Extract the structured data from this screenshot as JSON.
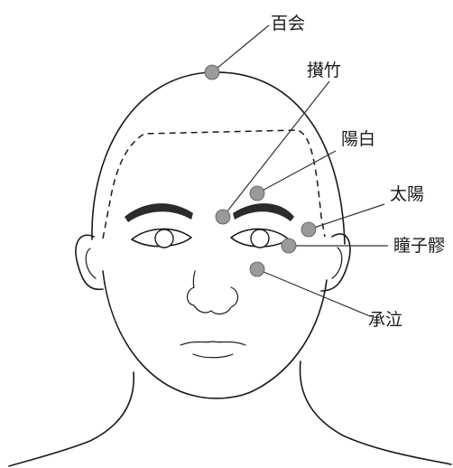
{
  "diagram": {
    "point_color": "#9a9a9a",
    "line_color": "#1a1a1a",
    "points": [
      {
        "id": "hyakue",
        "label": "百会"
      },
      {
        "id": "sanchiku",
        "label": "攅竹"
      },
      {
        "id": "youhaku",
        "label": "陽白"
      },
      {
        "id": "taiyou",
        "label": "太陽"
      },
      {
        "id": "doushiryou",
        "label": "瞳子髎"
      },
      {
        "id": "shoukyuu",
        "label": "承泣"
      }
    ]
  }
}
